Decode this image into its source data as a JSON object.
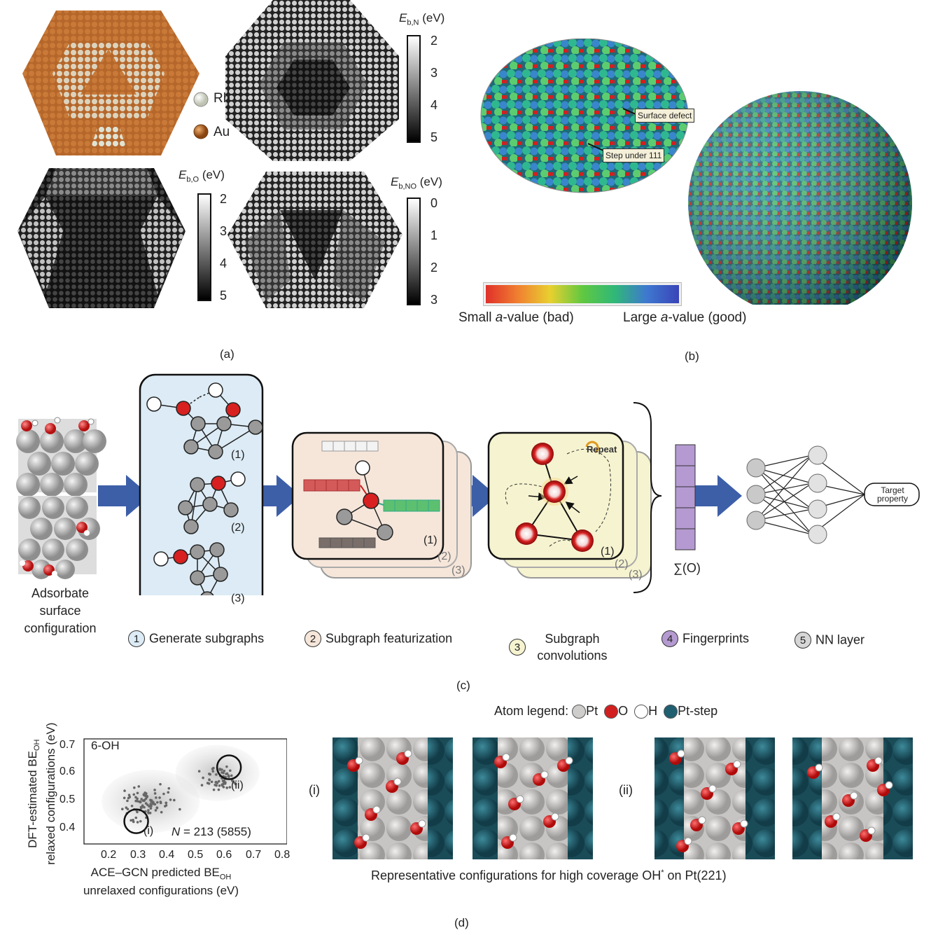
{
  "panel_a": {
    "caption": "(a)",
    "legend": [
      {
        "label": "Rh",
        "color": "#e8eadf"
      },
      {
        "label": "Au",
        "color": "#b5662a"
      }
    ],
    "colorbars": [
      {
        "symbol": "E",
        "sub": "b,N",
        "unit": "(eV)",
        "ticks": [
          "2",
          "3",
          "4",
          "5"
        ]
      },
      {
        "symbol": "E",
        "sub": "b,O",
        "unit": "(eV)",
        "ticks": [
          "2",
          "3",
          "4",
          "5"
        ]
      },
      {
        "symbol": "E",
        "sub": "b,NO",
        "unit": "(eV)",
        "ticks": [
          "0",
          "1",
          "2",
          "3"
        ]
      }
    ]
  },
  "panel_b": {
    "caption": "(b)",
    "annotations": [
      "Surface defect",
      "Step under 111"
    ],
    "colorbar_left_prefix": "Small ",
    "colorbar_left_var": "a",
    "colorbar_left_suffix": "-value (bad)",
    "colorbar_right_prefix": "Large ",
    "colorbar_right_var": "a",
    "colorbar_right_suffix": "-value (good)"
  },
  "panel_c": {
    "caption": "(c)",
    "input_label": [
      "Adsorbate",
      "surface",
      "configuration"
    ],
    "subgraph_labels": [
      "(1)",
      "(2)",
      "(3)"
    ],
    "layer_labels": [
      "(1)",
      "(2)",
      "(3)"
    ],
    "repeat_label": "Repeat",
    "sum_label": "∑(O)",
    "target_label": [
      "Target",
      "property"
    ],
    "steps": [
      {
        "num": "1",
        "label": "Generate subgraphs",
        "color": "#dcebf5"
      },
      {
        "num": "2",
        "label": "Subgraph featurization",
        "color": "#f6e6da"
      },
      {
        "num": "3",
        "label": "Subgraph convolutions",
        "color": "#f6f3d0"
      },
      {
        "num": "4",
        "label": "Fingerprints",
        "color": "#b59ad1"
      },
      {
        "num": "5",
        "label": "NN layer",
        "color": "#d6d6d6"
      }
    ]
  },
  "panel_d": {
    "caption": "(d)",
    "atom_legend_title": "Atom legend:",
    "atoms": [
      {
        "label": "Pt",
        "color": "#cfcdcb"
      },
      {
        "label": "O",
        "color": "#d22020"
      },
      {
        "label": "H",
        "color": "#ffffff"
      },
      {
        "label": "Pt-step",
        "color": "#1f5f70"
      }
    ],
    "config_caption": "Representative configurations for high coverage OH* on Pt(221)",
    "group_labels": [
      "(i)",
      "(ii)"
    ],
    "chart_data": {
      "type": "scatter",
      "title": "6-OH",
      "xlabel": [
        "ACE–GCN predicted BE_OH",
        "unrelaxed configurations (eV)"
      ],
      "ylabel": [
        "DFT-estimated BE_OH",
        "relaxed configurations (eV)"
      ],
      "xlim": [
        0.1,
        0.8
      ],
      "ylim": [
        0.35,
        0.72
      ],
      "xticks": [
        "0.2",
        "0.3",
        "0.4",
        "0.5",
        "0.6",
        "0.7",
        "0.8"
      ],
      "yticks": [
        "0.4",
        "0.5",
        "0.6",
        "0.7"
      ],
      "annotation": "N = 213 (5855)",
      "circles": [
        {
          "label": "(i)",
          "x": 0.28,
          "y": 0.43
        },
        {
          "label": "(ii)",
          "x": 0.6,
          "y": 0.62
        }
      ],
      "clusters": [
        {
          "x_center": 0.33,
          "y_center": 0.5,
          "x_spread": 0.07,
          "y_spread": 0.04,
          "n": 90
        },
        {
          "x_center": 0.57,
          "y_center": 0.58,
          "x_spread": 0.05,
          "y_spread": 0.03,
          "n": 60
        },
        {
          "x_center": 0.28,
          "y_center": 0.43,
          "x_spread": 0.015,
          "y_spread": 0.01,
          "n": 6
        }
      ]
    }
  }
}
